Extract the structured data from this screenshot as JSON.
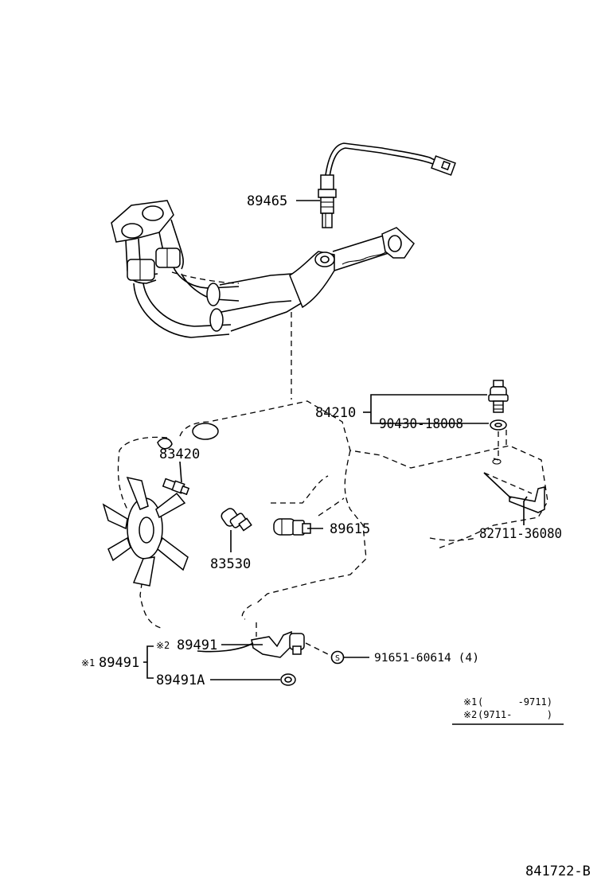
{
  "labels": {
    "p89465": "89465",
    "p84210": "84210",
    "p90430": "90430-18008",
    "p83420": "83420",
    "p89615": "89615",
    "p82711": "82711-36080",
    "p83530": "83530",
    "p89491_note": "※2",
    "p89491": "89491",
    "p91651": "91651-60614 (4)",
    "p91651_symbol": "S",
    "p89491_group_note": "※1",
    "p89491_group": "89491",
    "p89491A": "89491A"
  },
  "legend": {
    "row1_mark": "※1",
    "row1_text": "(      -9711)",
    "row2_mark": "※2",
    "row2_text": "(9711-      )"
  },
  "diagram_code": "841722-B"
}
